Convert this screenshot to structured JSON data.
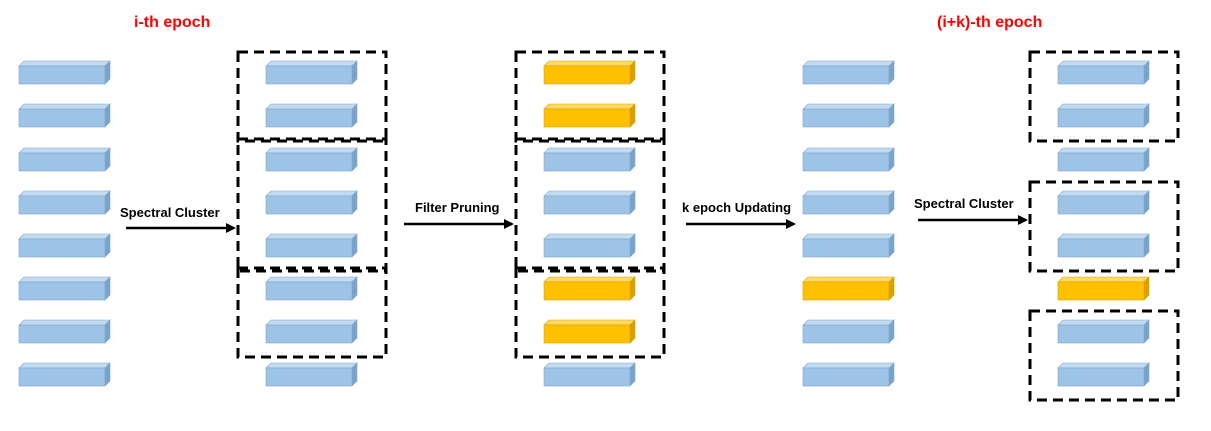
{
  "colors": {
    "filter_blue": "#9dc3e6",
    "filter_blue_edge": "#7fa7cc",
    "filter_blue_side": "#79a3ca",
    "filter_blue_top": "#c3dbf0",
    "pruned_yellow": "#ffc000",
    "pruned_yellow_edge": "#d9a300",
    "pruned_yellow_side": "#d9a000",
    "pruned_yellow_top": "#ffd966",
    "title_red": "#ff0000",
    "line_black": "#000000"
  },
  "titles": {
    "left": "i-th epoch",
    "right": "(i+k)-th epoch"
  },
  "steps": [
    {
      "label": "Spectral Cluster"
    },
    {
      "label": "Filter Pruning"
    },
    {
      "label": "k epoch Updating"
    },
    {
      "label": "Spectral Cluster"
    }
  ],
  "columns": [
    {
      "name": "initial",
      "filters": [
        "blue",
        "blue",
        "blue",
        "blue",
        "blue",
        "blue",
        "blue",
        "blue"
      ],
      "clusters": []
    },
    {
      "name": "clustered",
      "filters": [
        "blue",
        "blue",
        "blue",
        "blue",
        "blue",
        "blue",
        "blue",
        "blue"
      ],
      "clusters": [
        [
          0,
          1
        ],
        [
          2,
          4
        ],
        [
          5,
          6
        ]
      ]
    },
    {
      "name": "pruned",
      "filters": [
        "yellow",
        "yellow",
        "blue",
        "blue",
        "blue",
        "yellow",
        "yellow",
        "blue"
      ],
      "clusters": [
        [
          0,
          1
        ],
        [
          2,
          4
        ],
        [
          5,
          6
        ]
      ]
    },
    {
      "name": "updated",
      "filters": [
        "blue",
        "blue",
        "blue",
        "blue",
        "blue",
        "yellow",
        "blue",
        "blue"
      ],
      "clusters": []
    },
    {
      "name": "reclustered",
      "filters": [
        "blue",
        "blue",
        "blue",
        "blue",
        "blue",
        "yellow",
        "blue",
        "blue"
      ],
      "clusters": [
        [
          0,
          1
        ],
        [
          3,
          4
        ],
        [
          6,
          7
        ]
      ]
    }
  ]
}
